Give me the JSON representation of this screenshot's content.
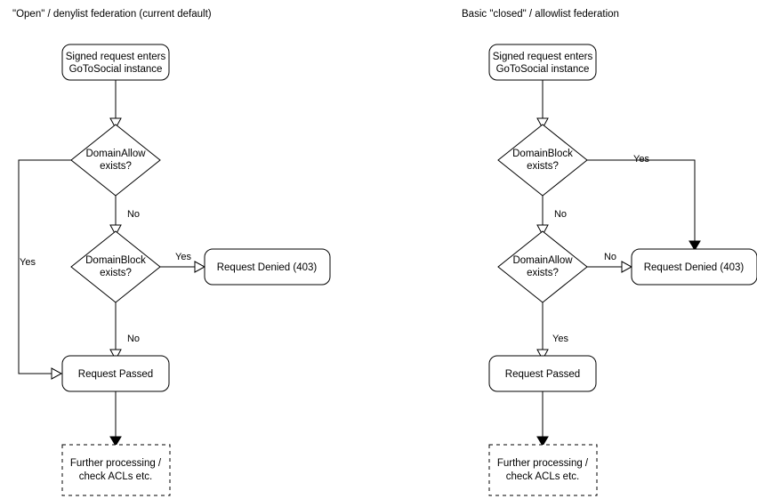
{
  "diagram": {
    "type": "flowchart",
    "title_left": "\"Open\" / denylist federation (current default)",
    "title_right": "Basic \"closed\" / allowlist federation",
    "colors": {
      "stroke": "#000000",
      "fill": "#ffffff",
      "text": "#000000"
    },
    "panels": [
      {
        "id": "open-denylist",
        "title": "\"Open\" / denylist federation (current default)",
        "nodes": {
          "start": {
            "shape": "rounded-rect",
            "line1": "Signed request enters",
            "line2": "GoToSocial instance"
          },
          "decision1": {
            "shape": "diamond",
            "line1": "DomainAllow",
            "line2": "exists?"
          },
          "decision2": {
            "shape": "diamond",
            "line1": "DomainBlock",
            "line2": "exists?"
          },
          "denied": {
            "shape": "rounded-rect",
            "line1": "Request Denied (403)"
          },
          "passed": {
            "shape": "rounded-rect",
            "line1": "Request Passed"
          },
          "further": {
            "shape": "dashed-rect",
            "line1": "Further processing /",
            "line2": "check ACLs etc."
          }
        },
        "edges": [
          {
            "from": "start",
            "to": "decision1",
            "label": ""
          },
          {
            "from": "decision1",
            "to": "passed",
            "label": "Yes"
          },
          {
            "from": "decision1",
            "to": "decision2",
            "label": "No"
          },
          {
            "from": "decision2",
            "to": "denied",
            "label": "Yes"
          },
          {
            "from": "decision2",
            "to": "passed",
            "label": "No"
          },
          {
            "from": "passed",
            "to": "further",
            "label": ""
          }
        ]
      },
      {
        "id": "closed-allowlist",
        "title": "Basic \"closed\" / allowlist federation",
        "nodes": {
          "start": {
            "shape": "rounded-rect",
            "line1": "Signed request enters",
            "line2": "GoToSocial instance"
          },
          "decision1": {
            "shape": "diamond",
            "line1": "DomainBlock",
            "line2": "exists?"
          },
          "decision2": {
            "shape": "diamond",
            "line1": "DomainAllow",
            "line2": "exists?"
          },
          "denied": {
            "shape": "rounded-rect",
            "line1": "Request Denied (403)"
          },
          "passed": {
            "shape": "rounded-rect",
            "line1": "Request Passed"
          },
          "further": {
            "shape": "dashed-rect",
            "line1": "Further processing /",
            "line2": "check ACLs etc."
          }
        },
        "edges": [
          {
            "from": "start",
            "to": "decision1",
            "label": ""
          },
          {
            "from": "decision1",
            "to": "denied",
            "label": "Yes"
          },
          {
            "from": "decision1",
            "to": "decision2",
            "label": "No"
          },
          {
            "from": "decision2",
            "to": "denied",
            "label": "No"
          },
          {
            "from": "decision2",
            "to": "passed",
            "label": "Yes"
          },
          {
            "from": "passed",
            "to": "further",
            "label": ""
          }
        ]
      }
    ]
  }
}
